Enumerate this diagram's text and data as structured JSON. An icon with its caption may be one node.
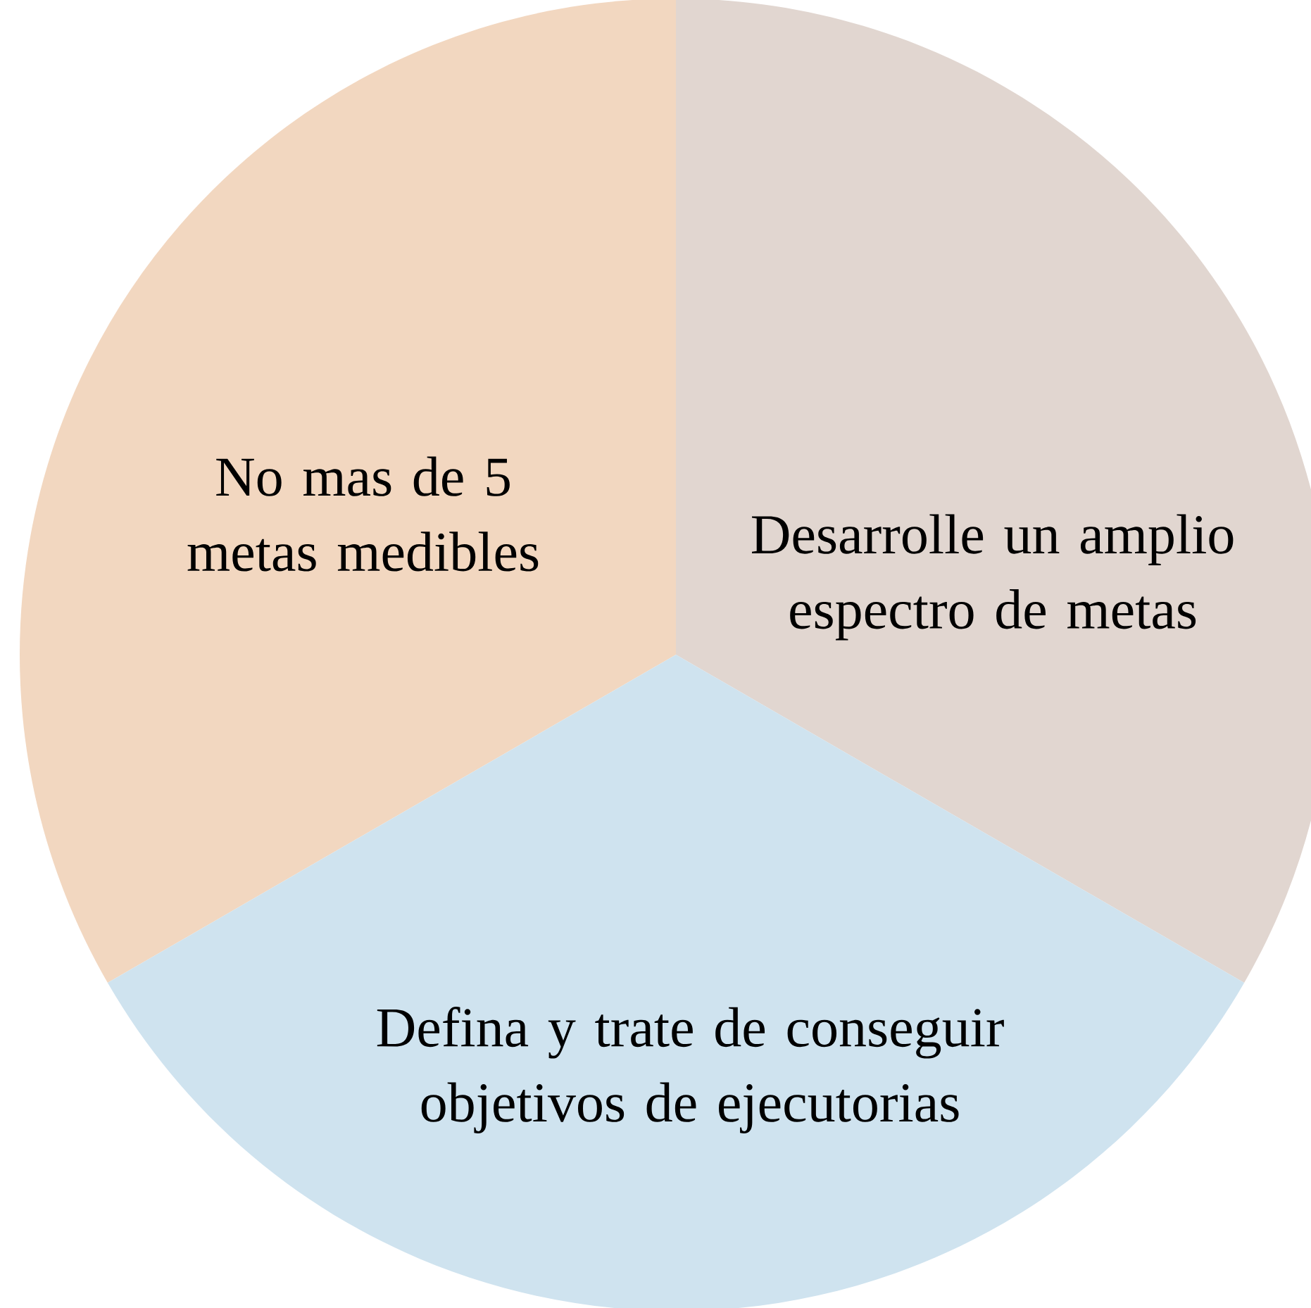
{
  "diagram": {
    "nodes": [
      {
        "text": [
          "No mas de 5 metas medibles"
        ]
      },
      {
        "text": [
          "Desarrolle un amplio espectro de metas"
        ]
      },
      {
        "text": [
          "Defina y trate de conseguir objetivos de ejecutorias"
        ]
      }
    ]
  }
}
